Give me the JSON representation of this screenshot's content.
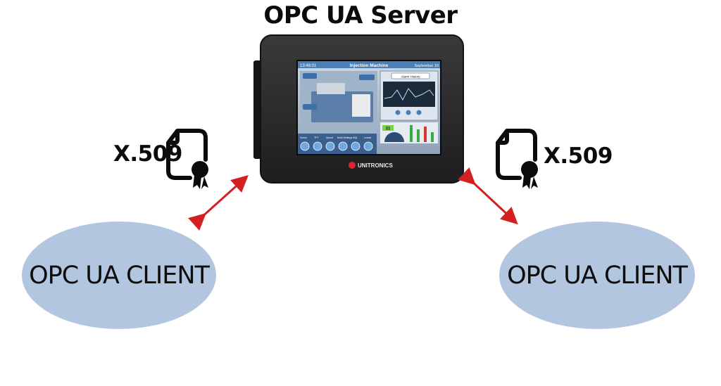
{
  "server": {
    "title": "OPC UA Server",
    "device": {
      "brand": "UNITRONICS",
      "screen": {
        "clock": "13:48:01",
        "header": "Injection Machine",
        "date": "September 10",
        "dropdown": "Alarm History",
        "readout": "31",
        "nav": [
          "Screw",
          "TFT",
          "Speed",
          "Mold Settings",
          "SQL",
          "Levels"
        ]
      }
    }
  },
  "clients": [
    {
      "label": "OPC UA CLIENT"
    },
    {
      "label": "OPC UA CLIENT"
    }
  ],
  "certificates": [
    {
      "label": "X.509",
      "icon": "certificate-icon"
    },
    {
      "label": "X.509",
      "icon": "certificate-icon"
    }
  ],
  "colors": {
    "client_fill": "#b3c6e0",
    "arrow": "#d32020",
    "panel_bezel": "#2a2a2c"
  }
}
